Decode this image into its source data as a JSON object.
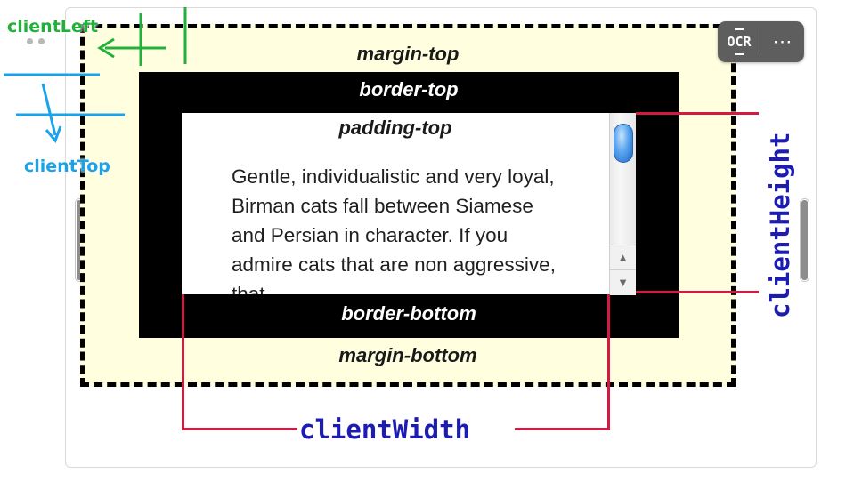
{
  "diagram": {
    "labels": {
      "margin_top": "margin-top",
      "border_top": "border-top",
      "padding_top": "padding-top",
      "border_bottom": "border-bottom",
      "margin_bottom": "margin-bottom"
    },
    "content_text": "Gentle, individualistic and very loyal, Birman cats fall between Siamese and Persian in character. If you admire cats that are non aggressive, that",
    "measures": {
      "client_width": "clientWidth",
      "client_height": "clientHeight",
      "client_left": "clientLeft",
      "client_top": "clientTop"
    }
  },
  "toolbar": {
    "ocr_label": "OCR",
    "more_label": "⋯"
  },
  "colors": {
    "margin_fill": "#ffffe0",
    "border_fill": "#000000",
    "measure_line": "#d31a40",
    "measure_text": "#1c1cb3",
    "client_left_color": "#21b03a",
    "client_top_color": "#1aa3e8"
  }
}
